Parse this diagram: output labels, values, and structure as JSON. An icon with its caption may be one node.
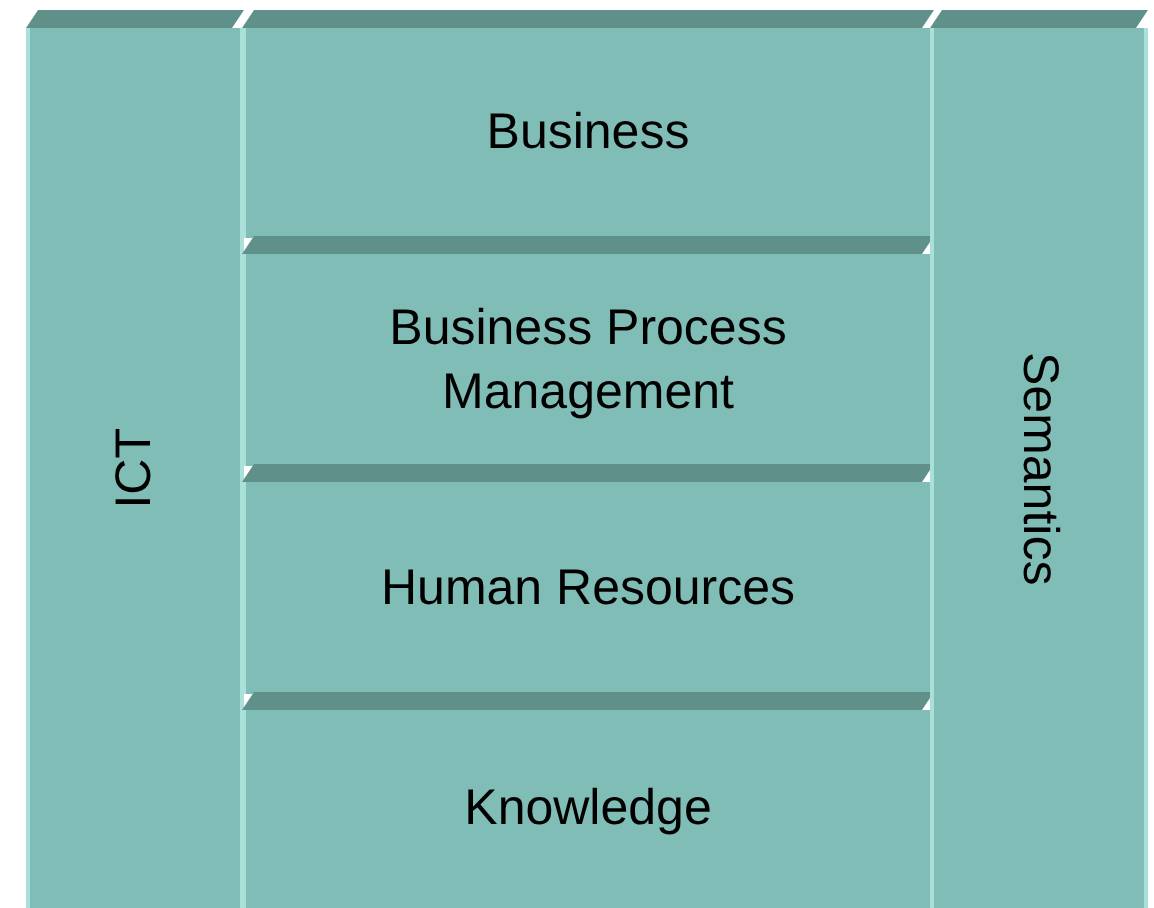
{
  "diagram": {
    "nodes": [
      {
        "text": [
          "ICT"
        ]
      },
      {
        "text": [
          "Business"
        ]
      },
      {
        "text": [
          "Business Process Management"
        ]
      },
      {
        "text": [
          "Human Resources"
        ]
      },
      {
        "text": [
          "Knowledge"
        ]
      },
      {
        "text": [
          "Semantics"
        ]
      }
    ]
  }
}
